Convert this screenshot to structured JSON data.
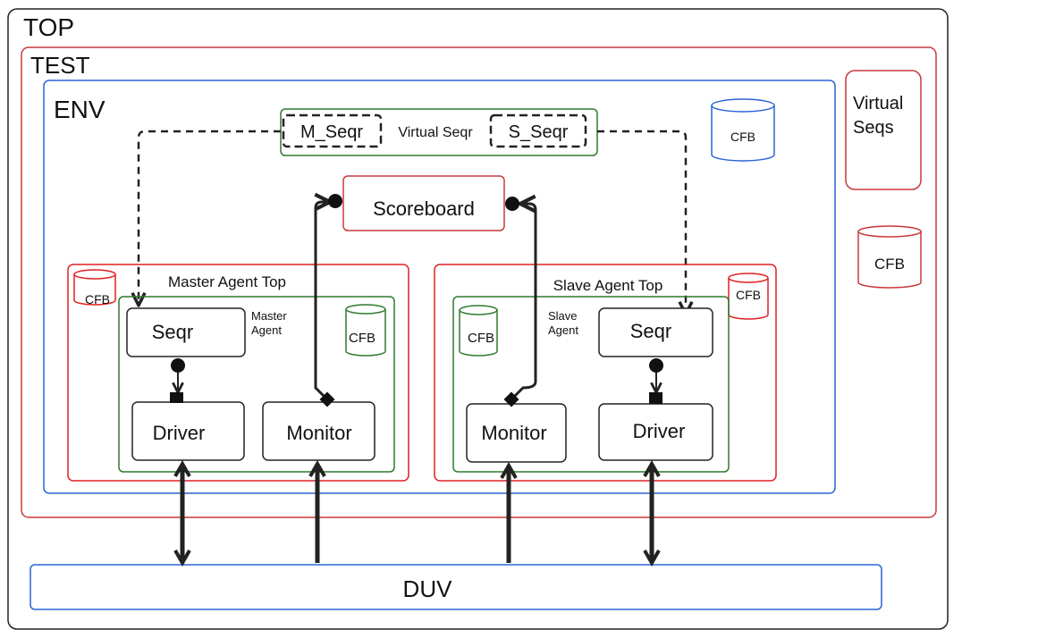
{
  "colors": {
    "black": "#222222",
    "red": "#c8383b",
    "blue": "#2a63d6",
    "green": "#2e7a2e",
    "bright_red": "#e02020"
  },
  "containers": {
    "top": "TOP",
    "test": "TEST",
    "env": "ENV",
    "virtual_seqs": [
      "Virtual",
      "Seqs"
    ],
    "duv": "DUV"
  },
  "virtual_seqr": {
    "m_seqr": "M_Seqr",
    "label": "Virtual Seqr",
    "s_seqr": "S_Seqr"
  },
  "scoreboard": "Scoreboard",
  "cfb": "CFB",
  "master": {
    "agent_top": "Master Agent Top",
    "agent": [
      "Master",
      "Agent"
    ],
    "seqr": "Seqr",
    "driver": "Driver",
    "monitor": "Monitor"
  },
  "slave": {
    "agent_top": "Slave Agent Top",
    "agent": [
      "Slave",
      "Agent"
    ],
    "seqr": "Seqr",
    "driver": "Driver",
    "monitor": "Monitor"
  }
}
